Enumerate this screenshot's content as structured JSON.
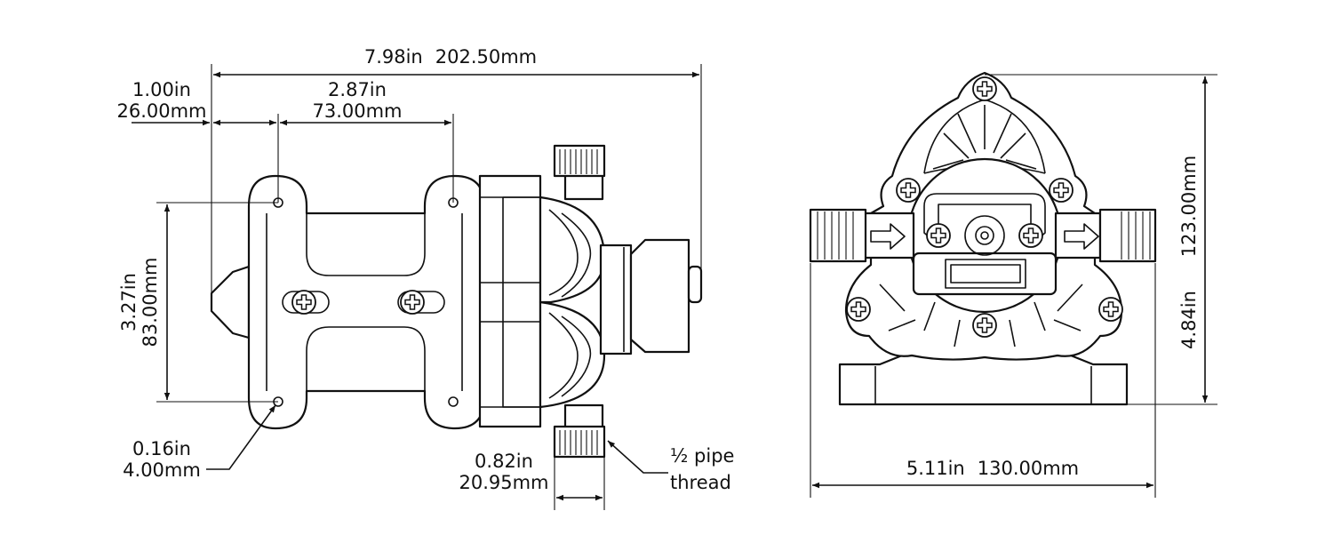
{
  "side_view": {
    "overall_length": {
      "in": "7.98in",
      "mm": "202.50mm"
    },
    "mount_offset": {
      "in": "1.00in",
      "mm": "26.00mm"
    },
    "hole_spacing_h": {
      "in": "2.87in",
      "mm": "73.00mm"
    },
    "hole_spacing_v": {
      "in": "3.27in",
      "mm": "83.00mm"
    },
    "hole_diameter": {
      "in": "0.16in",
      "mm": "4.00mm"
    },
    "port_width": {
      "in": "0.82in",
      "mm": "20.95mm"
    },
    "thread_note": {
      "line1": "½ pipe",
      "line2": "thread"
    }
  },
  "front_view": {
    "height": {
      "in": "4.84in",
      "mm": "123.00mm"
    },
    "width": {
      "in": "5.11in",
      "mm": "130.00mm"
    }
  },
  "colors": {
    "line": "#111111",
    "background": "#ffffff"
  }
}
